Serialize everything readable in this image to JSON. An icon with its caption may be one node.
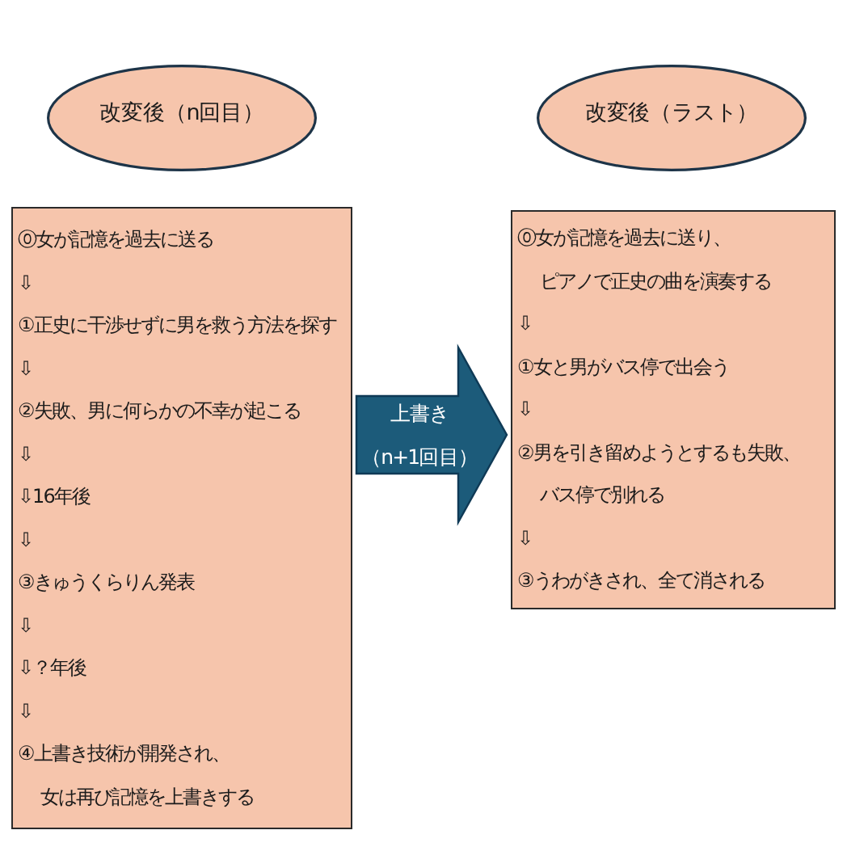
{
  "diagram": {
    "nodes": [
      {
        "text": [
          "改変後（n回目）"
        ]
      },
      {
        "text": [
          "改変後（ラスト）"
        ]
      },
      {
        "text": [
          "⓪女が記憶を過去に送る",
          "⇩",
          "①正史に干渉せずに男を救う方法を探す",
          "⇩",
          "②失敗、男に何らかの不幸が起こる",
          "⇩",
          "⇩16年後",
          "⇩",
          "③きゅうくらりん発表",
          "⇩",
          "⇩？年後",
          "⇩",
          "④上書き技術が開発され、女は再び記憶を上書きする"
        ]
      },
      {
        "text": [
          "⓪女が記憶を過去に送り、ピアノで正史の曲を演奏する",
          "⇩",
          "①女と男がバス停で出会う",
          "⇩",
          "②男を引き留めようとするも失敗、バス停で別れる",
          "⇩",
          "③うわがきされ、全て消される"
        ]
      }
    ],
    "edges": [
      {
        "from": 2,
        "to": 3,
        "arrow": "to",
        "label": "上書き（n+1回目）",
        "style": "thick"
      }
    ]
  }
}
